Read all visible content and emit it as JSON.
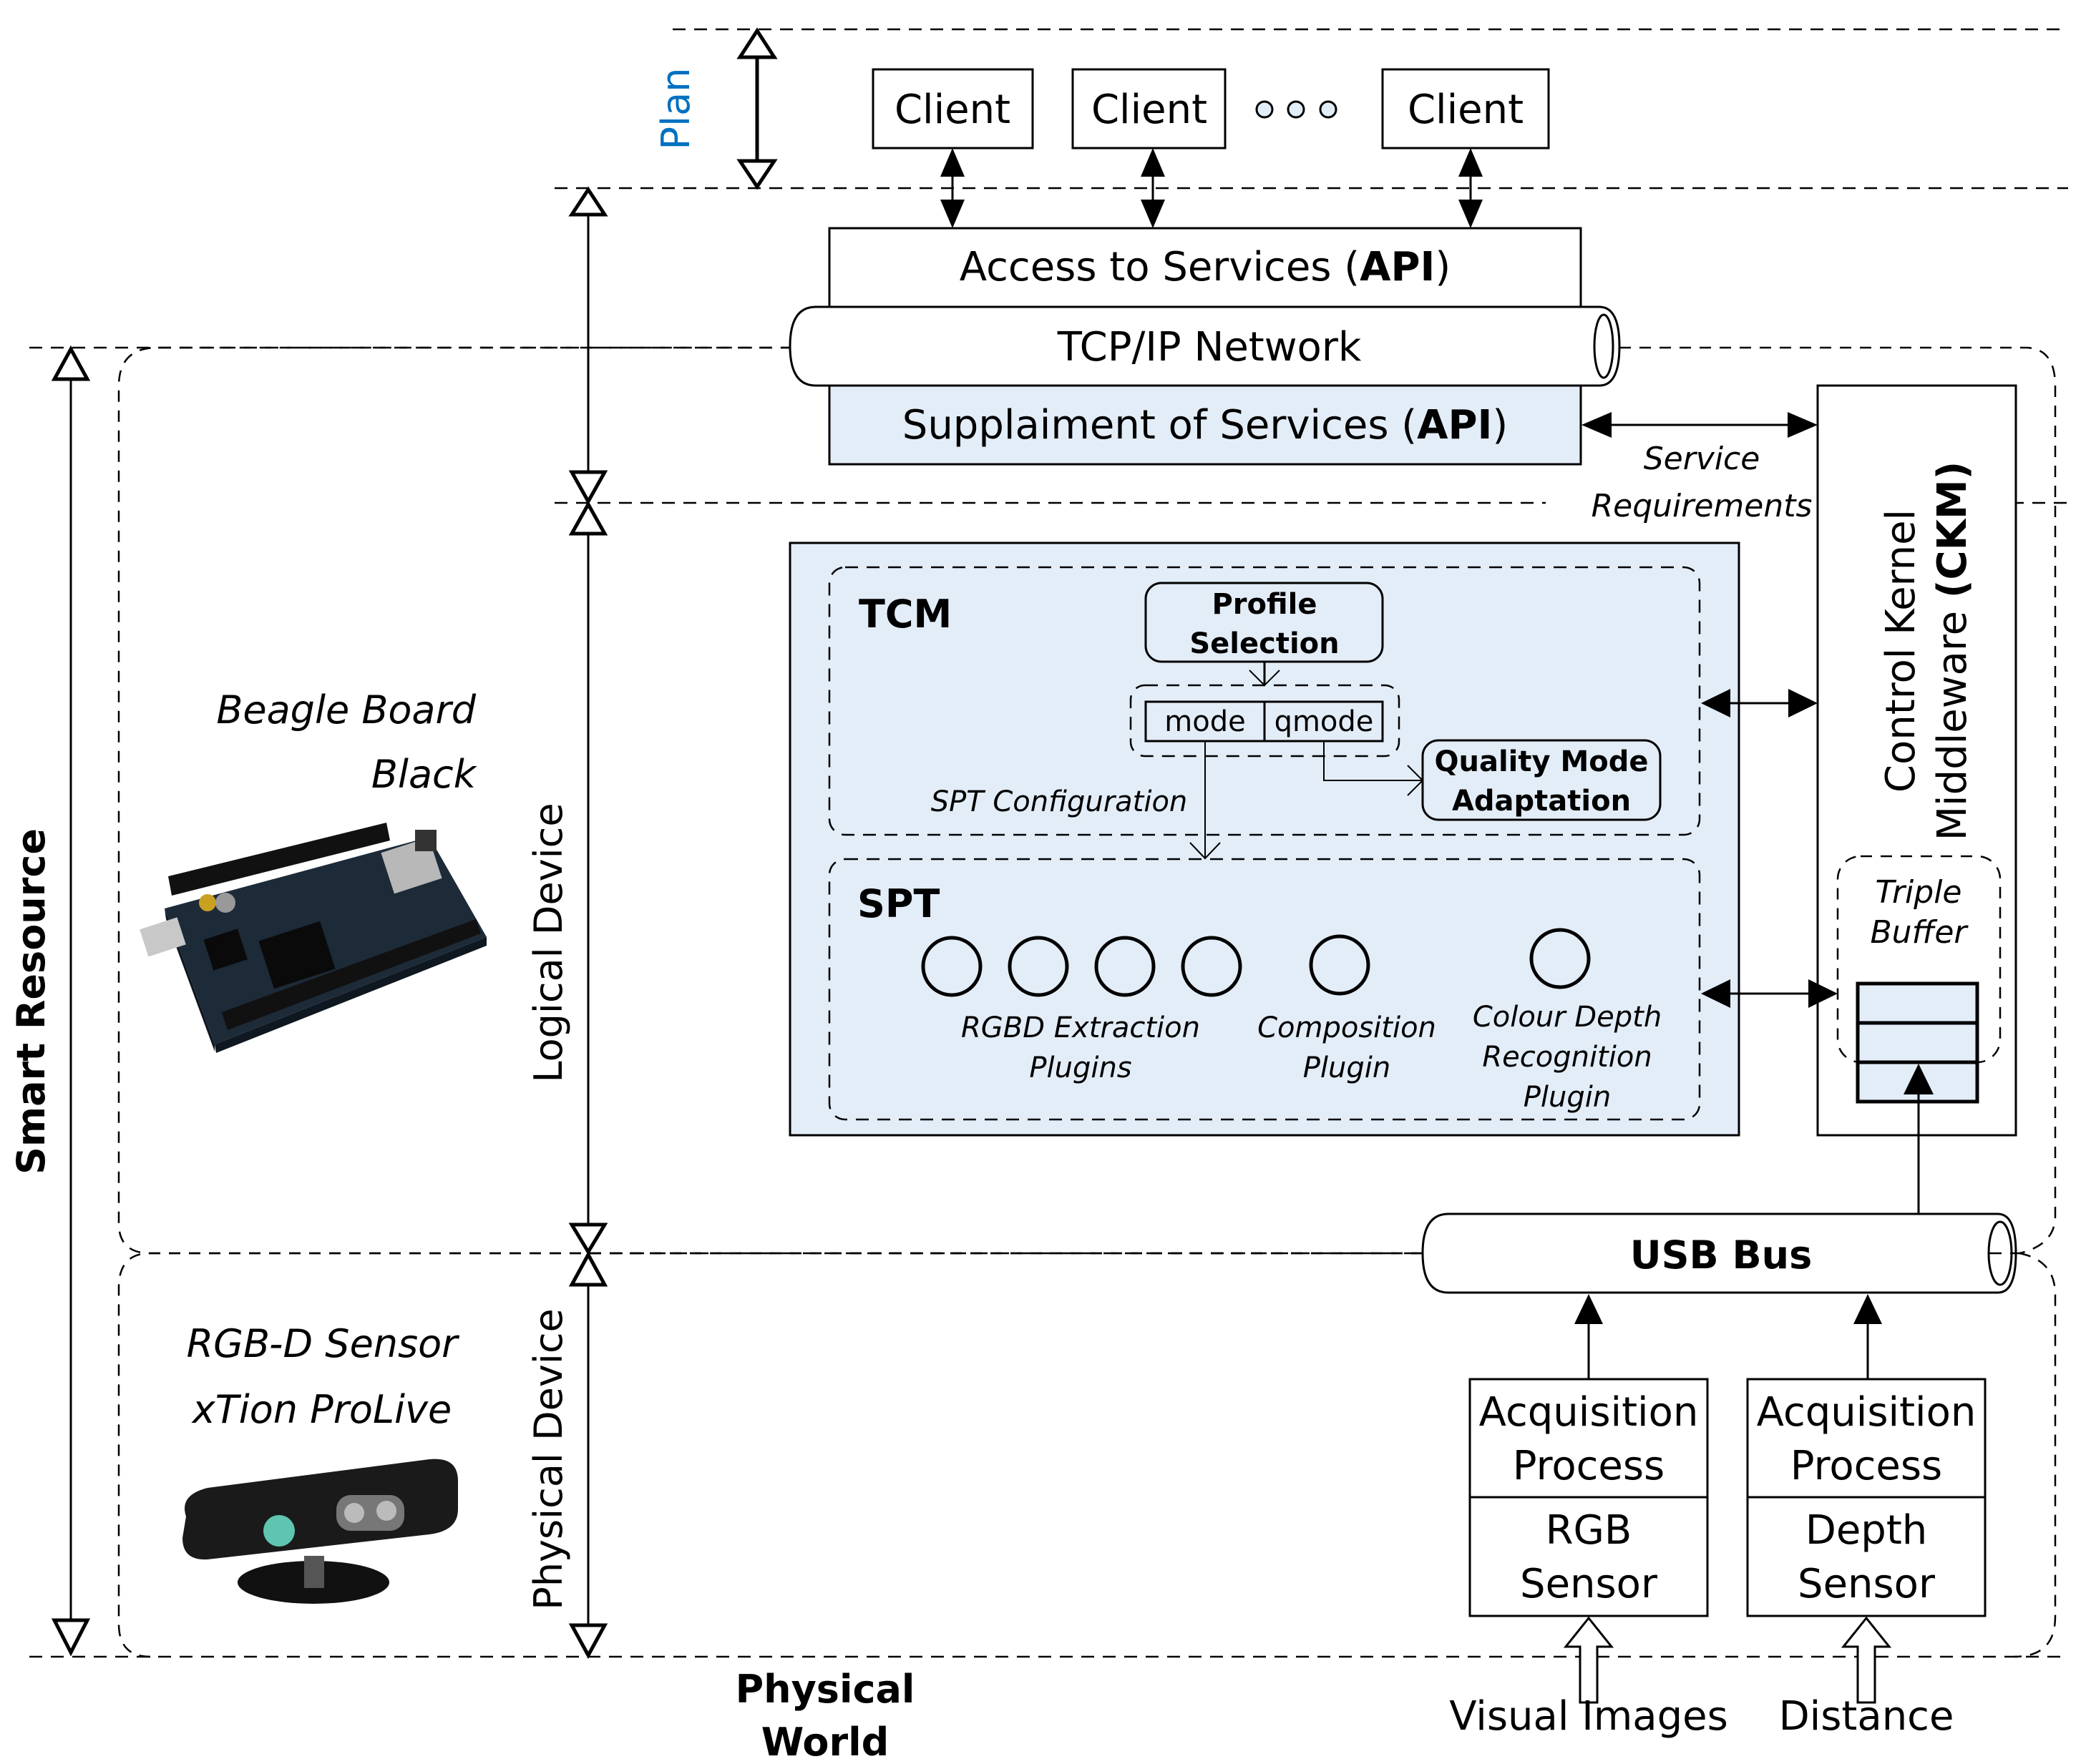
{
  "colors": {
    "accent_blue_fill": "#E3EDF8",
    "plan_label": "#0070C0",
    "stroke": "#000000",
    "background": "#FFFFFF"
  },
  "layers": {
    "plan": "Plan",
    "logical_device": "Logical Device",
    "physical_device": "Physical Device",
    "smart_resource": "Smart Resource",
    "physical_world_line1": "Physical",
    "physical_world_line2": "World"
  },
  "clients": [
    {
      "label": "Client"
    },
    {
      "label": "Client"
    },
    {
      "label": "Client"
    }
  ],
  "clients_ellipsis": "○ ○ ○",
  "api": {
    "access_prefix": "Access to Services (",
    "access_bold": "API",
    "access_suffix": ")",
    "network": "TCP/IP Network",
    "supply_prefix": "Supplaiment of Services (",
    "supply_bold": "API",
    "supply_suffix": ")"
  },
  "service_requirements": {
    "line1": "Service",
    "line2": "Requirements"
  },
  "ckm": {
    "line1": "Control Kernel",
    "line2_prefix": "Middleware ",
    "line2_bold": "(CKM)",
    "triple_buffer_line1": "Triple",
    "triple_buffer_line2": "Buffer",
    "buffer_slots": 3
  },
  "tcm": {
    "title": "TCM",
    "profile_selection_line1": "Profile",
    "profile_selection_line2": "Selection",
    "mode": "mode",
    "qmode": "qmode",
    "quality_mode_line1": "Quality Mode",
    "quality_mode_line2": "Adaptation",
    "spt_configuration": "SPT Configuration"
  },
  "spt": {
    "title": "SPT",
    "rgbd_plugins_count": 4,
    "rgbd_label_line1": "RGBD Extraction",
    "rgbd_label_line2": "Plugins",
    "composition_line1": "Composition",
    "composition_line2": "Plugin",
    "colour_line1": "Colour Depth",
    "colour_line2": "Recognition",
    "colour_line3": "Plugin"
  },
  "devices": {
    "board_line1": "Beagle Board",
    "board_line2": "Black",
    "board_image": "beaglebone-black-photo",
    "sensor_line1": "RGB-D Sensor",
    "sensor_line2": "xTion ProLive",
    "sensor_image": "xtion-prolive-photo"
  },
  "usb_bus": "USB Bus",
  "acquisition": [
    {
      "process_line1": "Acquisition",
      "process_line2": "Process",
      "sensor_line1": "RGB",
      "sensor_line2": "Sensor",
      "input": "Visual Images"
    },
    {
      "process_line1": "Acquisition",
      "process_line2": "Process",
      "sensor_line1": "Depth",
      "sensor_line2": "Sensor",
      "input": "Distance"
    }
  ]
}
